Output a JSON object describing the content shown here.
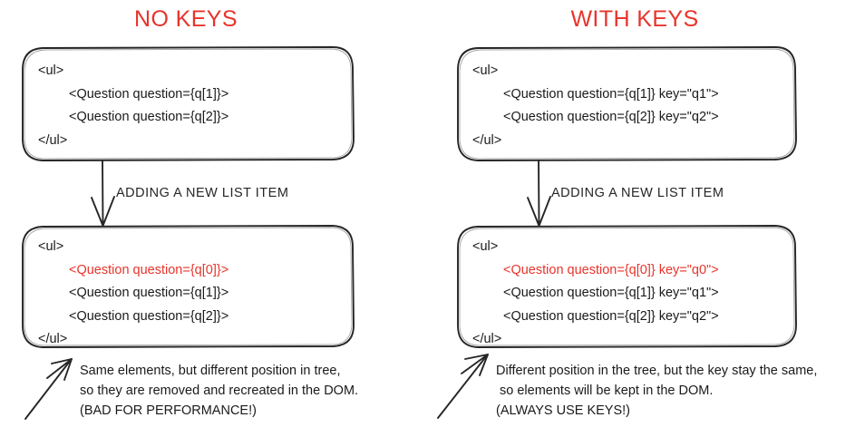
{
  "page": {
    "title": "React list rendering keys comparison diagram",
    "background": "#ffffff",
    "accent_red": "#e8342b",
    "ink": "#1a1a1a"
  },
  "columns": {
    "left": {
      "heading": "NO KEYS",
      "before_box": {
        "lines": [
          {
            "text": "<ul>",
            "indent": false,
            "highlight": false
          },
          {
            "text": "<Question question={q[1]}>",
            "indent": true,
            "highlight": false
          },
          {
            "text": "<Question question={q[2]}>",
            "indent": true,
            "highlight": false
          },
          {
            "text": "</ul>",
            "indent": false,
            "highlight": false
          }
        ]
      },
      "transition_label": "ADDING A NEW LIST ITEM",
      "after_box": {
        "lines": [
          {
            "text": "<ul>",
            "indent": false,
            "highlight": false
          },
          {
            "text": "<Question question={q[0]}>",
            "indent": true,
            "highlight": true
          },
          {
            "text": "<Question question={q[1]}>",
            "indent": true,
            "highlight": false
          },
          {
            "text": "<Question question={q[2]}>",
            "indent": true,
            "highlight": false
          },
          {
            "text": "</ul>",
            "indent": false,
            "highlight": false
          }
        ]
      },
      "caption": [
        "Same elements, but different position in tree,",
        "so they are removed and recreated in the DOM.",
        "(BAD FOR PERFORMANCE!)"
      ]
    },
    "right": {
      "heading": "WITH KEYS",
      "before_box": {
        "lines": [
          {
            "text": "<ul>",
            "indent": false,
            "highlight": false
          },
          {
            "text": "<Question question={q[1]} key=\"q1\">",
            "indent": true,
            "highlight": false
          },
          {
            "text": "<Question question={q[2]} key=\"q2\">",
            "indent": true,
            "highlight": false
          },
          {
            "text": "</ul>",
            "indent": false,
            "highlight": false
          }
        ]
      },
      "transition_label": "ADDING A NEW LIST ITEM",
      "after_box": {
        "lines": [
          {
            "text": "<ul>",
            "indent": false,
            "highlight": false
          },
          {
            "text": "<Question question={q[0]} key=\"q0\">",
            "indent": true,
            "highlight": true
          },
          {
            "text": "<Question question={q[1]} key=\"q1\">",
            "indent": true,
            "highlight": false
          },
          {
            "text": "<Question question={q[2]} key=\"q2\">",
            "indent": true,
            "highlight": false
          },
          {
            "text": "</ul>",
            "indent": false,
            "highlight": false
          }
        ]
      },
      "caption": [
        "Different position in the tree, but the key stay the same,",
        " so elements will be kept in the DOM.",
        "(ALWAYS USE KEYS!)"
      ]
    }
  },
  "icons": {
    "down_arrow": "down-arrow-icon",
    "pointer_arrow": "diagonal-pointer-arrow-icon"
  }
}
